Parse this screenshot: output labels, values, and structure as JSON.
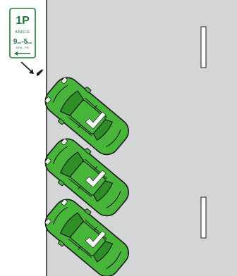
{
  "sign": {
    "title": "1P",
    "subtitle": "ANGLE",
    "hours_start": "9",
    "hours_start_suffix": "am",
    "hours_dash": "-",
    "hours_end": "5",
    "hours_end_suffix": "pm",
    "days": "MON – FRI",
    "arrow": "left-arrow-icon"
  },
  "scene": {
    "kerb_arrow": "diagonal-arrow-icon",
    "car_icon": "car-icon",
    "check_icon": "check-mark-icon",
    "lane_marking": "lane-line-icon",
    "cars_count": 3
  },
  "colors": {
    "road": "#d4d5d6",
    "footpath": "#ffffff",
    "car": "#46b53a",
    "car_dark": "#2f8f27",
    "sign_green": "#1f7a3a",
    "outline": "#1a1a1a"
  }
}
